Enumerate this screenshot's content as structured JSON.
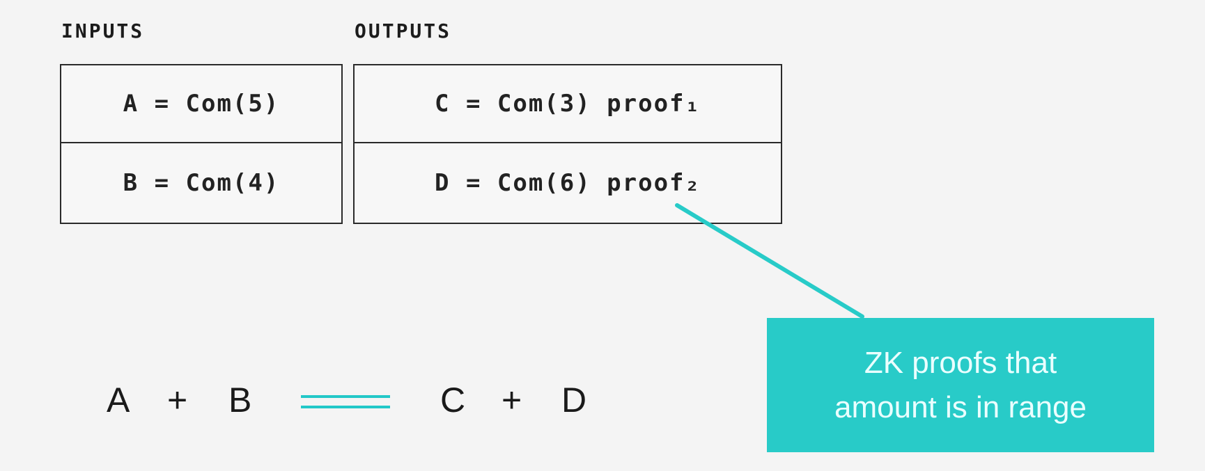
{
  "labels": {
    "inputs": "INPUTS",
    "outputs": "OUTPUTS"
  },
  "inputs": [
    {
      "text": "A = Com(5)"
    },
    {
      "text": "B = Com(4)"
    }
  ],
  "outputs": [
    {
      "text": "C = Com(3) proof₁"
    },
    {
      "text": "D = Com(6) proof₂"
    }
  ],
  "equation": {
    "left_a": "A",
    "plus_1": "+",
    "left_b": "B",
    "right_c": "C",
    "plus_2": "+",
    "right_d": "D"
  },
  "callout": {
    "line1": "ZK proofs that",
    "line2": "amount is in range"
  },
  "colors": {
    "accent": "#28cbc8",
    "equals": "#22c8c8",
    "border": "#2a2a2a"
  }
}
